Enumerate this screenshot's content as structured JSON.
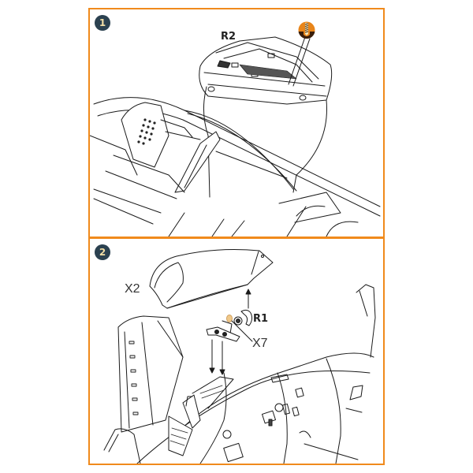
{
  "diagram": {
    "type": "assembly-instructions",
    "frame_color": "#f08a1c",
    "badge_color": "#2b4150",
    "badge_text_color": "#f3dfa6",
    "steps": [
      {
        "number": "1",
        "parts": [
          {
            "label": "R2",
            "style": "bold"
          }
        ],
        "icons": [
          {
            "name": "drill-hole-icon",
            "color": "#e8851a"
          }
        ],
        "description": "Resin cockpit coaming/instrument cover R2 fitted over cockpit; drill symbol indicates opening required"
      },
      {
        "number": "2",
        "parts": [
          {
            "label": "X2",
            "style": "light"
          },
          {
            "label": "R1",
            "style": "bold"
          },
          {
            "label": "X7",
            "style": "light"
          }
        ],
        "description": "Clear part X2 and gunsight R1 with reflector X7 installed on cockpit coaming of fuselage"
      }
    ]
  }
}
